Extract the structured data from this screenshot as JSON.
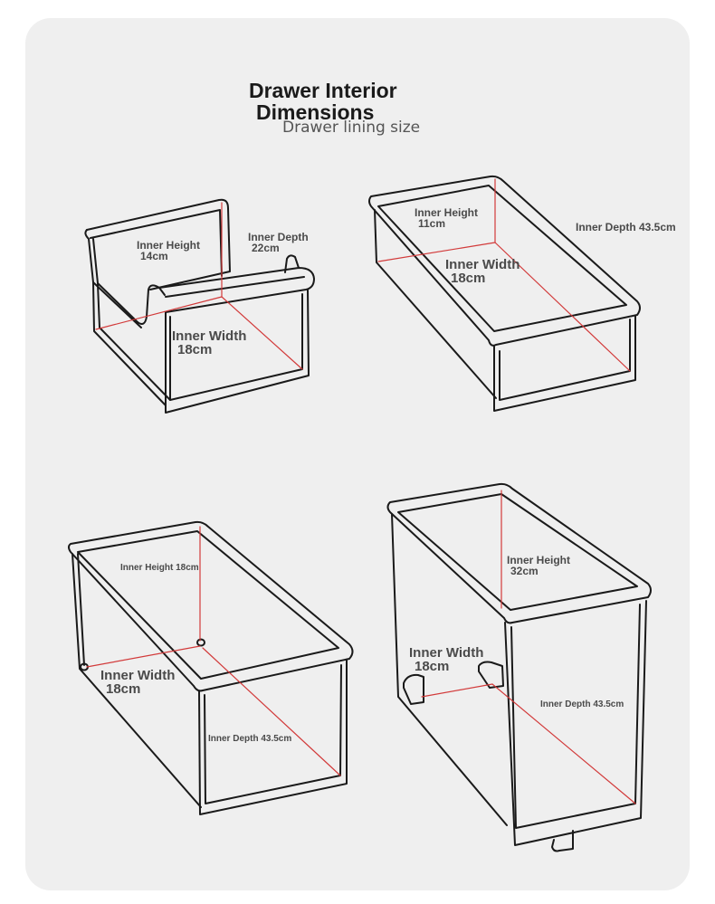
{
  "header": {
    "title_line1": "Drawer Interior",
    "title_line2": "Dimensions",
    "subtitle": "Drawer lining size"
  },
  "drawers": [
    {
      "height_label": "Inner Height",
      "height_value": "14cm",
      "depth_label": "Inner Depth",
      "depth_value": "22cm",
      "width_label": "Inner Width",
      "width_value": "18cm"
    },
    {
      "height_label": "Inner Height",
      "height_value": "11cm",
      "depth_text": "Inner Depth 43.5cm",
      "width_label": "Inner Width",
      "width_value": "18cm"
    },
    {
      "height_text": "Inner Height 18cm",
      "width_label": "Inner Width",
      "width_value": "18cm",
      "depth_text": "Inner Depth 43.5cm"
    },
    {
      "height_label": "Inner Height",
      "height_value": "32cm",
      "width_label": "Inner Width",
      "width_value": "18cm",
      "depth_text": "Inner Depth 43.5cm"
    }
  ],
  "colors": {
    "background": "#efefef",
    "outline": "#1a1a1a",
    "measure_line": "#d23a3a",
    "label_text": "#4a4a4a"
  }
}
